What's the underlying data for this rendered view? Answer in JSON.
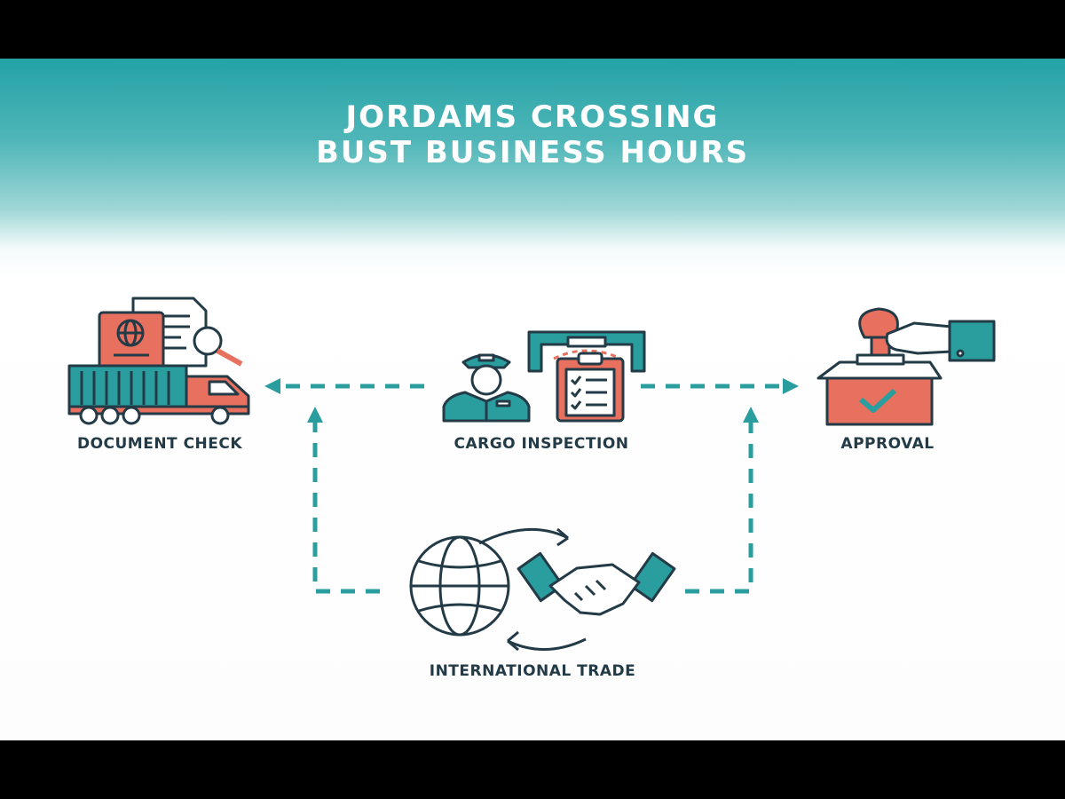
{
  "title": {
    "line1": "JORDAMS CROSSING",
    "line2": "BUST BUSINESS HOURS"
  },
  "nodes": {
    "document_check": {
      "label": "DOCUMENT CHECK",
      "icons": [
        "passport-icon",
        "document-icon",
        "magnifier-icon",
        "cargo-truck-icon"
      ]
    },
    "cargo_inspection": {
      "label": "CARGO INSPECTION",
      "icons": [
        "customs-officer-icon",
        "scanner-gate-icon",
        "clipboard-checklist-icon"
      ]
    },
    "approval": {
      "label": "APPROVAL",
      "icons": [
        "stamp-icon",
        "hand-icon",
        "checkmark-box-icon"
      ]
    },
    "international_trade": {
      "label": "INTERNATIONAL TRADE",
      "icons": [
        "globe-icon",
        "handshake-icon",
        "cycle-arrows-icon"
      ]
    }
  },
  "colors": {
    "teal": "#2a9d9f",
    "coral": "#e8705e",
    "outline": "#233a47",
    "header_teal": "#23a2a6"
  }
}
